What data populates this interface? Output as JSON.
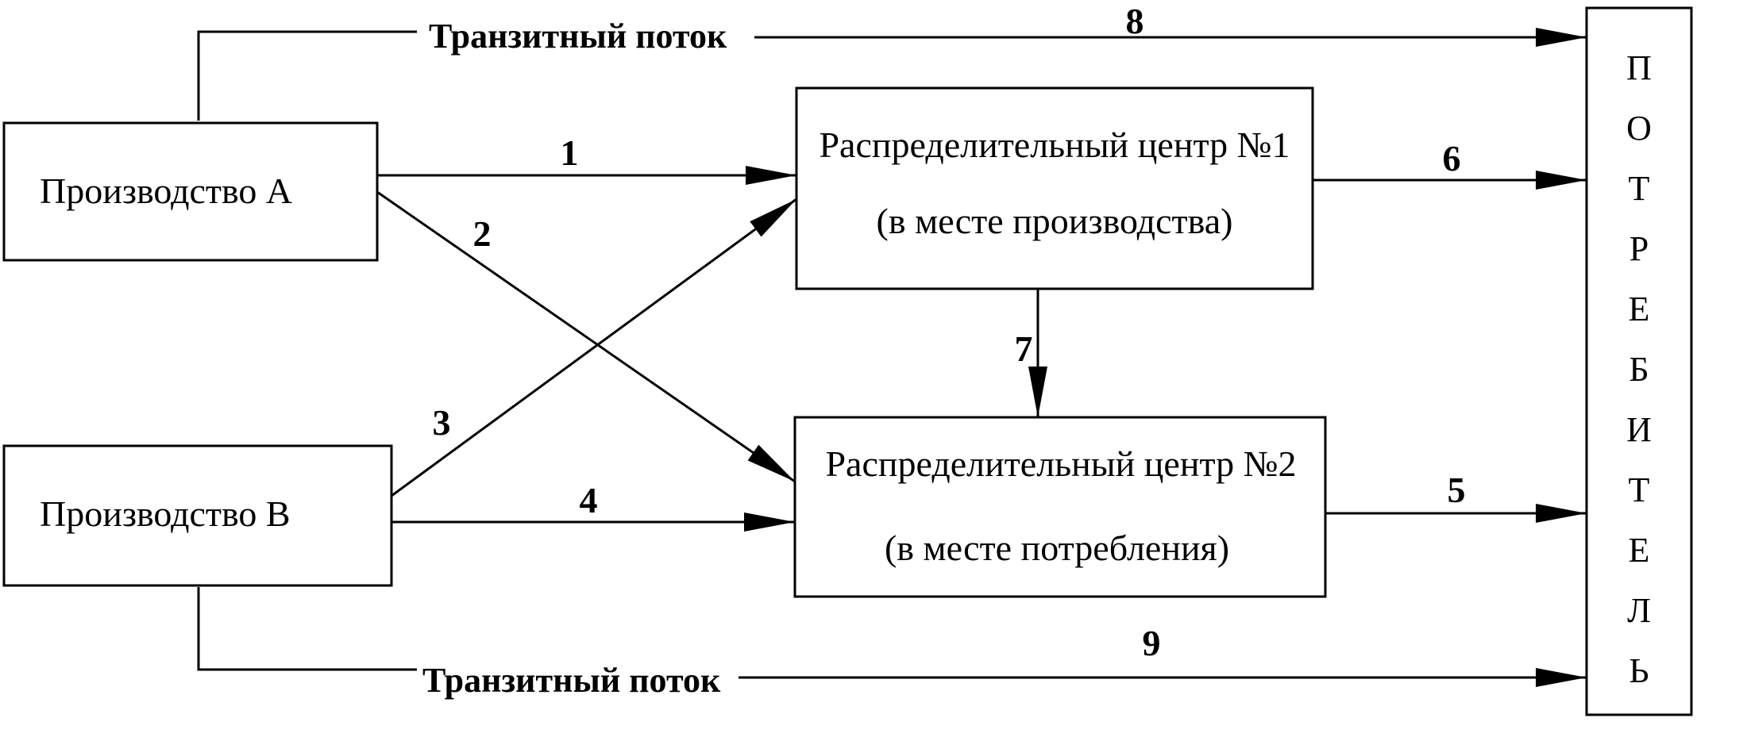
{
  "nodes": {
    "production_a": "Производство А",
    "production_b": "Производство В",
    "dc1": {
      "line1": "Распределительный центр №1",
      "line2": "(в месте производства)"
    },
    "dc2": {
      "line1": "Распределительный центр №2",
      "line2": "(в месте потребления)"
    },
    "consumer_letters": [
      "П",
      "О",
      "Т",
      "Р",
      "Е",
      "Б",
      "И",
      "Т",
      "Е",
      "Л",
      "Ь"
    ]
  },
  "transit": {
    "top": "Транзитный поток",
    "bottom": "Транзитный поток"
  },
  "flows": {
    "f1": "1",
    "f2": "2",
    "f3": "3",
    "f4": "4",
    "f5": "5",
    "f6": "6",
    "f7": "7",
    "f8": "8",
    "f9": "9"
  }
}
